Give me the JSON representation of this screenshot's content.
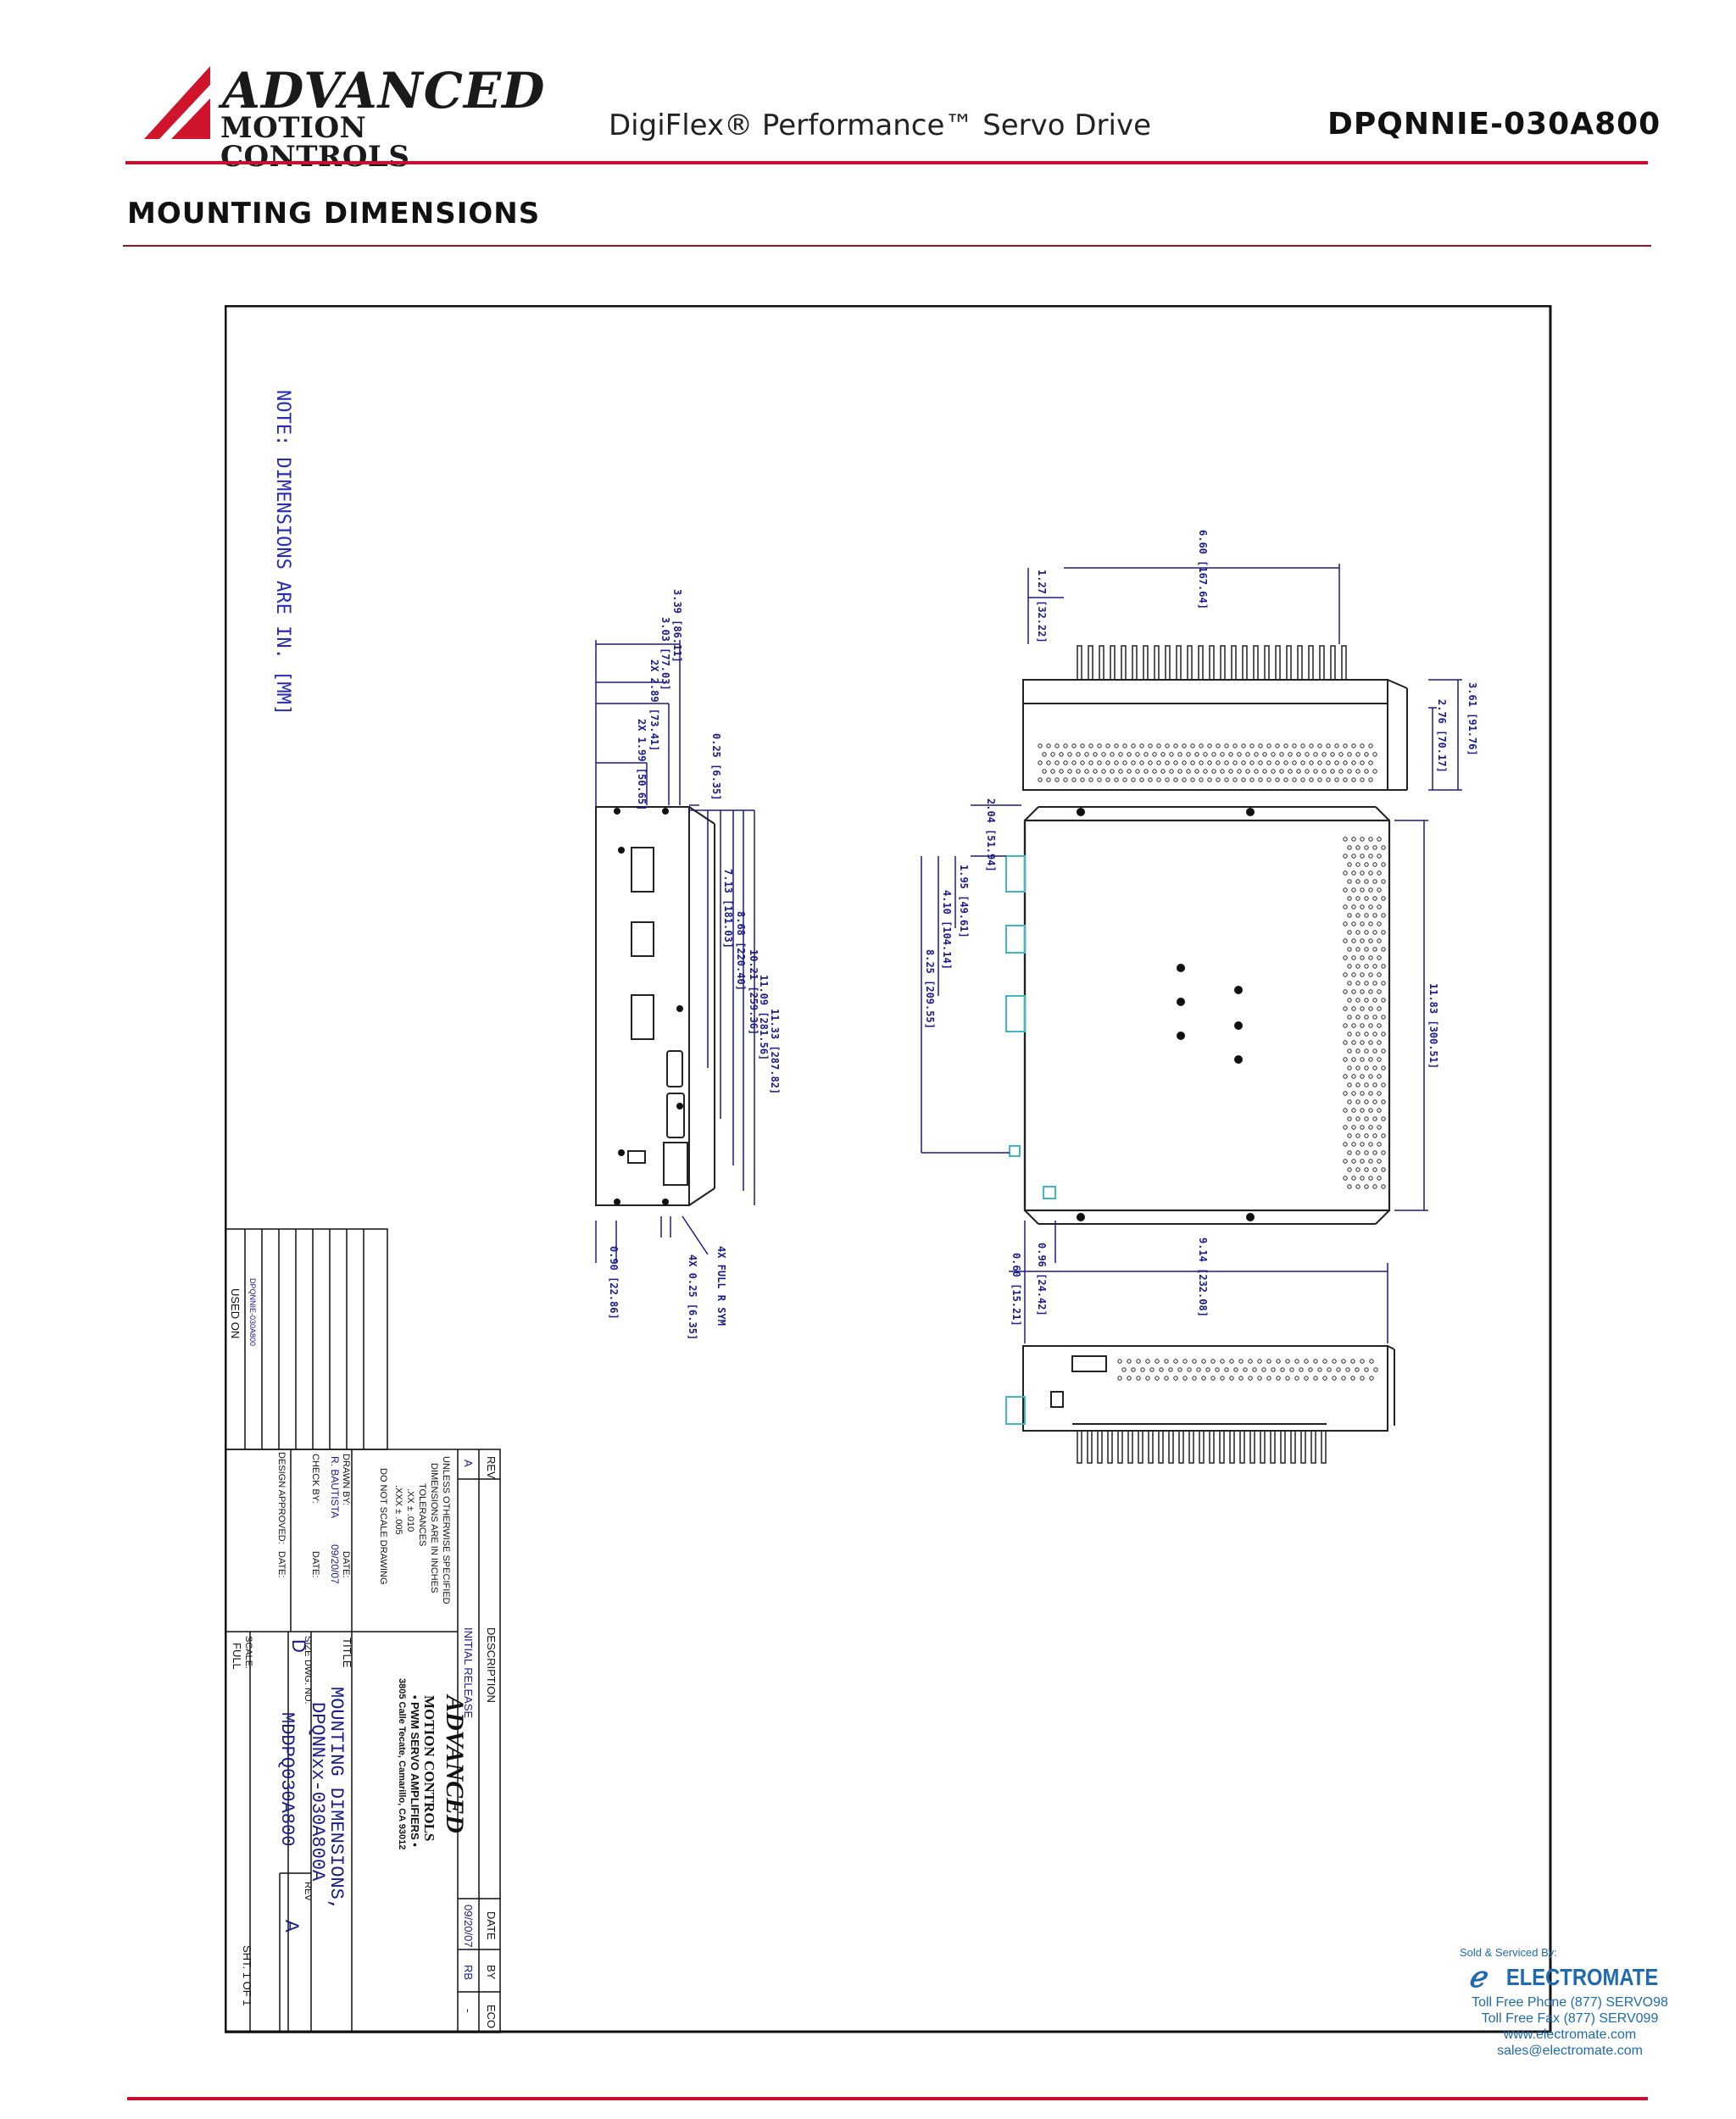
{
  "header": {
    "logo_line1": "ADVANCED",
    "logo_line2": "MOTION CONTROLS",
    "product": "DigiFlex® Performance™ Servo Drive",
    "model": "DPQNNIE-030A800"
  },
  "section_title": "MOUNTING DIMENSIONS",
  "drawing": {
    "note": "NOTE: DIMENSIONS ARE IN. [MM]",
    "top_view": {
      "d1": "6.60 [167.64]",
      "d2": "1.27 [32.22]",
      "d3": "3.61 [91.76]",
      "d4": "2.76 [70.17]"
    },
    "left_view": {
      "d1": "3.39 [86.11]",
      "d2": "3.03 [77.03]",
      "d3": "2X 2.89 [73.41]",
      "d4": "2X 1.99 [50.65]",
      "d5": "0.25 [6.35]",
      "d6": "7.13 [181.03]",
      "d7": "8.68 [220.40]",
      "d8": "10.21 [259.36]",
      "d9": "11.09 [281.56]",
      "d10": "11.33 [287.82]",
      "d11": "0.90 [22.86]",
      "d12": "4X 0.25 [6.35]",
      "d13": "4X FULL R SYM"
    },
    "side_view": {
      "d1": "2.04 [51.94]",
      "d2": "1.95 [49.61]",
      "d3": "4.10 [104.14]",
      "d4": "8.25 [209.55]",
      "d5": "11.83 [300.51]",
      "d6": "0.96 [24.42]"
    },
    "bottom_view": {
      "d1": "0.60 [15.21]",
      "d2": "9.14 [232.08]"
    },
    "title_block": {
      "rev_header": "REV",
      "desc_header": "DESCRIPTION",
      "date_header": "DATE",
      "by_header": "BY",
      "eco_header": "ECO",
      "rev_value": "A",
      "desc_value": "INITIAL RELEASE",
      "date_value": "09/20/07",
      "by_value": "RB",
      "eco_value": "-",
      "tolerance_1": "UNLESS OTHERWISE SPECIFIED",
      "tolerance_2": "DIMENSIONS ARE IN INCHES",
      "tolerance_3": "TOLERANCES",
      "tolerance_4": ".XX ± .010",
      "tolerance_5": ".XXX ± .005",
      "tolerance_6": "DO NOT SCALE DRAWING",
      "drawn_by_label": "DRAWN BY:",
      "drawn_by": "R. BAUTISTA",
      "date_label": "DATE:",
      "drawn_date": "09/20/07",
      "check_by_label": "CHECK BY:",
      "design_approved_label": "DESIGN APPROVED:",
      "company": "ADVANCED",
      "company2": "MOTION CONTROLS",
      "company3": "• PWM SERVO AMPLIFIERS •",
      "address": "3805 Calle Tecate, Camarillo, CA 93012",
      "title_label": "TITLE",
      "title_1": "MOUNTING DIMENSIONS,",
      "title_2": "DPQNNxx-030A800A",
      "size_label": "SIZE",
      "size_value": "D",
      "dwg_label": "DWG. NO.",
      "dwg_value": "MDDPQ030A800",
      "rev_label": "REV",
      "rev_value2": "A",
      "scale_label": "SCALE:",
      "scale_value": "FULL",
      "sheet": "SHT. 1 OF 1",
      "used_on": "USED ON",
      "used_on_value": "DPQNNIE-030A800"
    }
  },
  "electromate": {
    "sold": "Sold & Serviced By:",
    "brand": "ELECTROMATE",
    "phone": "Toll Free Phone (877) SERVO98",
    "fax": "Toll Free Fax (877) SERV099",
    "web": "www.electromate.com",
    "email": "sales@electromate.com"
  }
}
